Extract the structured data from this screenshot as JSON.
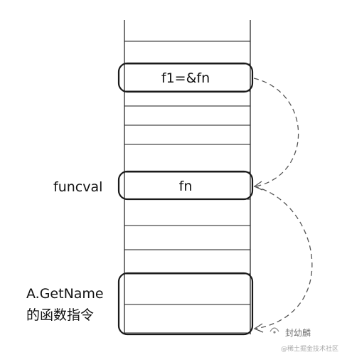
{
  "cells": {
    "f1_pointer": "f1=&fn",
    "fn": "fn"
  },
  "labels": {
    "funcval": "funcval",
    "getname_line1": "A.GetName",
    "getname_line2": "的函数指令"
  },
  "watermark": {
    "name": "封幼麟",
    "footer": "@稀土掘金技术社区"
  },
  "colors": {
    "stroke": "#1a1a1a",
    "dashed": "#555555",
    "background": "#ffffff"
  }
}
